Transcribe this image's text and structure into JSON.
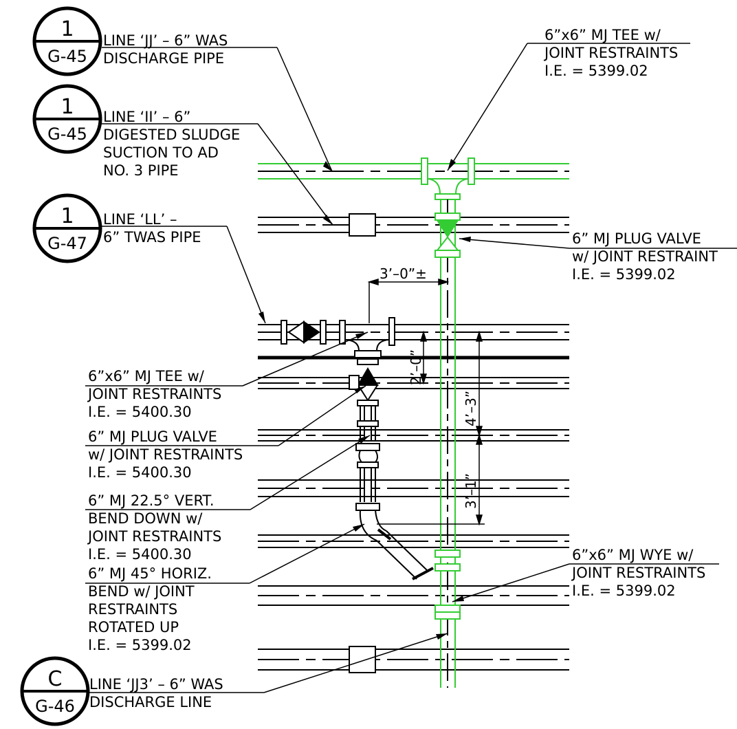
{
  "callouts": [
    {
      "id": "line-jj",
      "bubble": {
        "num": "1",
        "sheet": "G-45"
      },
      "lines": [
        "LINE ‘JJ’ – 6” WAS",
        "DISCHARGE PIPE"
      ]
    },
    {
      "id": "line-ii",
      "bubble": {
        "num": "1",
        "sheet": "G-45"
      },
      "lines": [
        "LINE ‘II’ – 6”",
        "DIGESTED SLUDGE",
        "SUCTION TO AD",
        "NO. 3 PIPE"
      ]
    },
    {
      "id": "line-ll",
      "bubble": {
        "num": "1",
        "sheet": "G-47"
      },
      "lines": [
        "LINE ‘LL’ –",
        "6” TWAS PIPE"
      ]
    },
    {
      "id": "line-jj3",
      "bubble": {
        "num": "C",
        "sheet": "G-46"
      },
      "lines": [
        "LINE ‘JJ3’ – 6” WAS",
        "DISCHARGE LINE"
      ]
    }
  ],
  "notes": [
    {
      "id": "tee-top",
      "lines": [
        "6”x6” MJ TEE w/",
        "JOINT RESTRAINTS",
        "I.E. = 5399.02"
      ]
    },
    {
      "id": "plug-valve-right",
      "lines": [
        "6” MJ PLUG VALVE",
        "w/ JOINT RESTRAINT",
        "I.E. = 5399.02"
      ]
    },
    {
      "id": "tee-left",
      "lines": [
        "6”x6” MJ TEE w/",
        "JOINT RESTRAINTS",
        "I.E. = 5400.30"
      ]
    },
    {
      "id": "plug-valve-left",
      "lines": [
        "6” MJ PLUG VALVE",
        "w/ JOINT RESTRAINTS",
        "I.E. = 5400.30"
      ]
    },
    {
      "id": "vert-bend",
      "lines": [
        "6” MJ 22.5° VERT.",
        "BEND DOWN w/",
        "JOINT RESTRAINTS",
        "I.E. = 5400.30"
      ]
    },
    {
      "id": "horiz-bend",
      "lines": [
        "6” MJ 45° HORIZ.",
        "BEND w/ JOINT",
        "RESTRAINTS",
        "ROTATED UP",
        "I.E. = 5399.02"
      ]
    },
    {
      "id": "wye",
      "lines": [
        "6”x6” MJ WYE w/",
        "JOINT RESTRAINTS",
        "I.E. = 5399.02"
      ]
    }
  ],
  "dimensions": {
    "horizontal": "3’–0”±",
    "vertical_1": "2’–0”",
    "vertical_2": "4’–3”",
    "vertical_3": "3’–1”"
  }
}
